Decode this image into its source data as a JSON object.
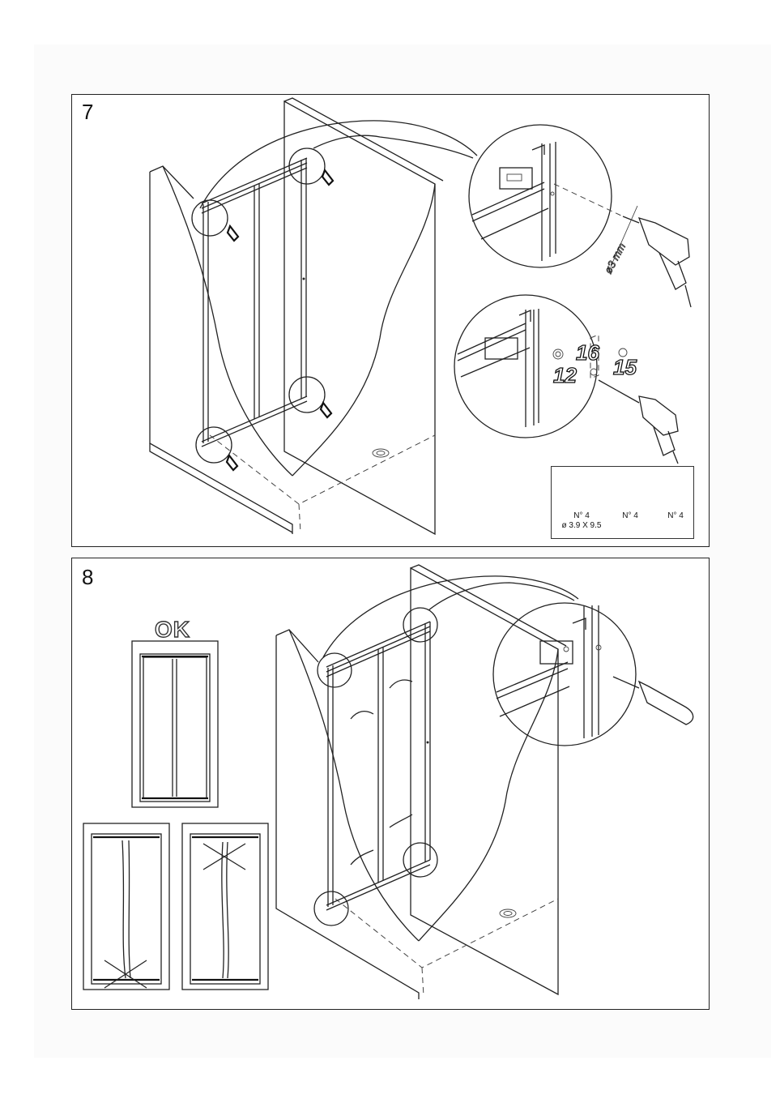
{
  "steps": {
    "step7": {
      "number": "7",
      "drill_label": "ø3 mm",
      "part_numbers": [
        "16",
        "15",
        "12"
      ],
      "parts": [
        {
          "icon": "screw-icon",
          "qty": "N° 4",
          "spec": "ø 3.9 X 9.5"
        },
        {
          "icon": "washer-icon",
          "qty": "N° 4",
          "spec": ""
        },
        {
          "icon": "cap-icon",
          "qty": "N° 4",
          "spec": ""
        }
      ]
    },
    "step8": {
      "number": "8",
      "ok_label": "OK"
    }
  }
}
